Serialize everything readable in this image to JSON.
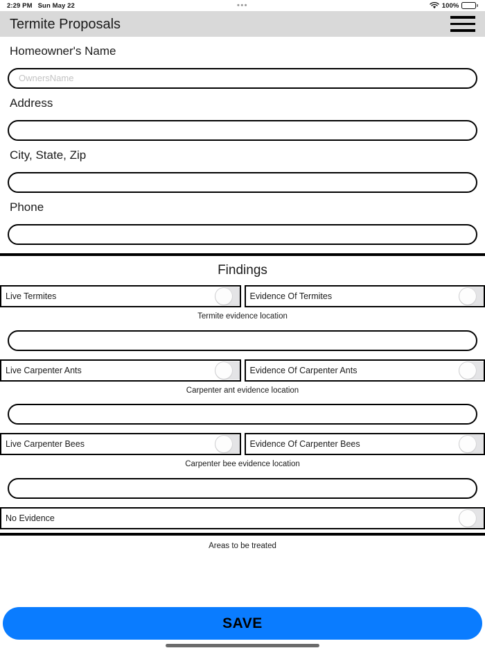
{
  "status_bar": {
    "time": "2:29 PM",
    "date": "Sun May 22",
    "center_dots": "•••",
    "battery_percent": "100%",
    "wifi_icon": "wifi-icon",
    "battery_icon": "battery-full-icon"
  },
  "header": {
    "title": "Termite Proposals",
    "menu_icon": "hamburger-menu-icon"
  },
  "form": {
    "fields": [
      {
        "label": "Homeowner's Name",
        "value": "",
        "placeholder": "OwnersName"
      },
      {
        "label": "Address",
        "value": "",
        "placeholder": ""
      },
      {
        "label": "City, State, Zip",
        "value": "",
        "placeholder": ""
      },
      {
        "label": "Phone",
        "value": "",
        "placeholder": ""
      }
    ]
  },
  "findings": {
    "section_title": "Findings",
    "groups": [
      {
        "left_toggle": {
          "label": "Live Termites",
          "state": "off"
        },
        "right_toggle": {
          "label": "Evidence Of Termites",
          "state": "off"
        },
        "helper": "Termite evidence location",
        "location_value": "",
        "location_placeholder": ""
      },
      {
        "left_toggle": {
          "label": "Live Carpenter Ants",
          "state": "off"
        },
        "right_toggle": {
          "label": "Evidence Of Carpenter Ants",
          "state": "off"
        },
        "helper": "Carpenter ant evidence location",
        "location_value": "",
        "location_placeholder": ""
      },
      {
        "left_toggle": {
          "label": "Live Carpenter Bees",
          "state": "off"
        },
        "right_toggle": {
          "label": "Evidence Of Carpenter Bees",
          "state": "off"
        },
        "helper": "Carpenter bee evidence location",
        "location_value": "",
        "location_placeholder": ""
      }
    ],
    "no_evidence_toggle": {
      "label": "No Evidence",
      "state": "off"
    },
    "areas_helper": "Areas to be treated"
  },
  "bottom": {
    "save_label": "SAVE",
    "save_color": "#0a7cff"
  }
}
